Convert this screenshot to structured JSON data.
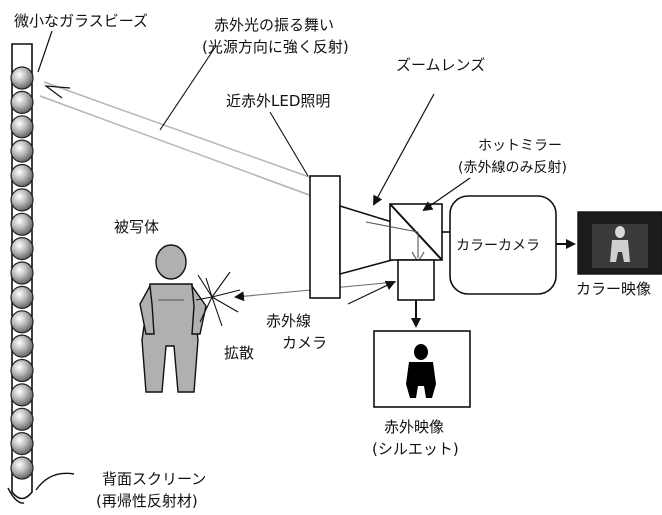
{
  "labels": {
    "glass_beads": "微小なガラスビーズ",
    "ir_behavior_1": "赤外光の振る舞い",
    "ir_behavior_2": "(光源方向に強く反射)",
    "zoom_lens": "ズームレンズ",
    "near_ir_led": "近赤外LED照明",
    "hot_mirror_1": "ホットミラー",
    "hot_mirror_2": "(赤外線のみ反射)",
    "subject": "被写体",
    "color_camera": "カラーカメラ",
    "color_image": "カラー映像",
    "ir_camera_1": "赤外線",
    "ir_camera_2": "カメラ",
    "diffusion": "拡散",
    "ir_image_1": "赤外映像",
    "ir_image_2": "(シルエット)",
    "back_screen_1": "背面スクリーン",
    "back_screen_2": "(再帰性反射材)"
  },
  "bead_count": 17,
  "colors": {
    "stroke": "#111111",
    "bead_fill": "#9a9a9a",
    "highlight": "#ffffff",
    "component_fill": "#ffffff",
    "image_dark": "#1c1c1c",
    "silhouette": "#000000"
  }
}
